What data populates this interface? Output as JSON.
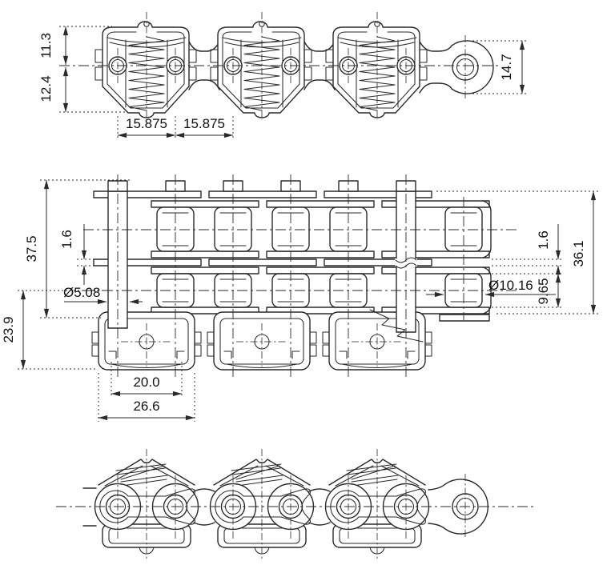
{
  "colors": {
    "line": "#2a2a2a",
    "text": "#111111",
    "background": "#ffffff"
  },
  "views": {
    "top_side": {
      "label": "side-view-with-spring-clips",
      "dims": {
        "above_center": "11.3",
        "below_center": "12.4",
        "pitch_left": "15.875",
        "pitch_right": "15.875",
        "plate_height": "14.7"
      }
    },
    "plan": {
      "label": "plan-view-duplex-chain-with-attachments",
      "dims": {
        "pin_length": "37.5",
        "plate_thickness_left": "1.6",
        "attachment_height": "23.9",
        "pin_diameter": "Ø5.08",
        "attachment_inner_width": "20.0",
        "attachment_outer_width": "26.6",
        "plate_thickness_right": "1.6",
        "inner_width": "9.65",
        "outer_width": "36.1",
        "roller_diameter": "Ø10.16"
      }
    },
    "bottom_side": {
      "label": "underside-view"
    }
  }
}
